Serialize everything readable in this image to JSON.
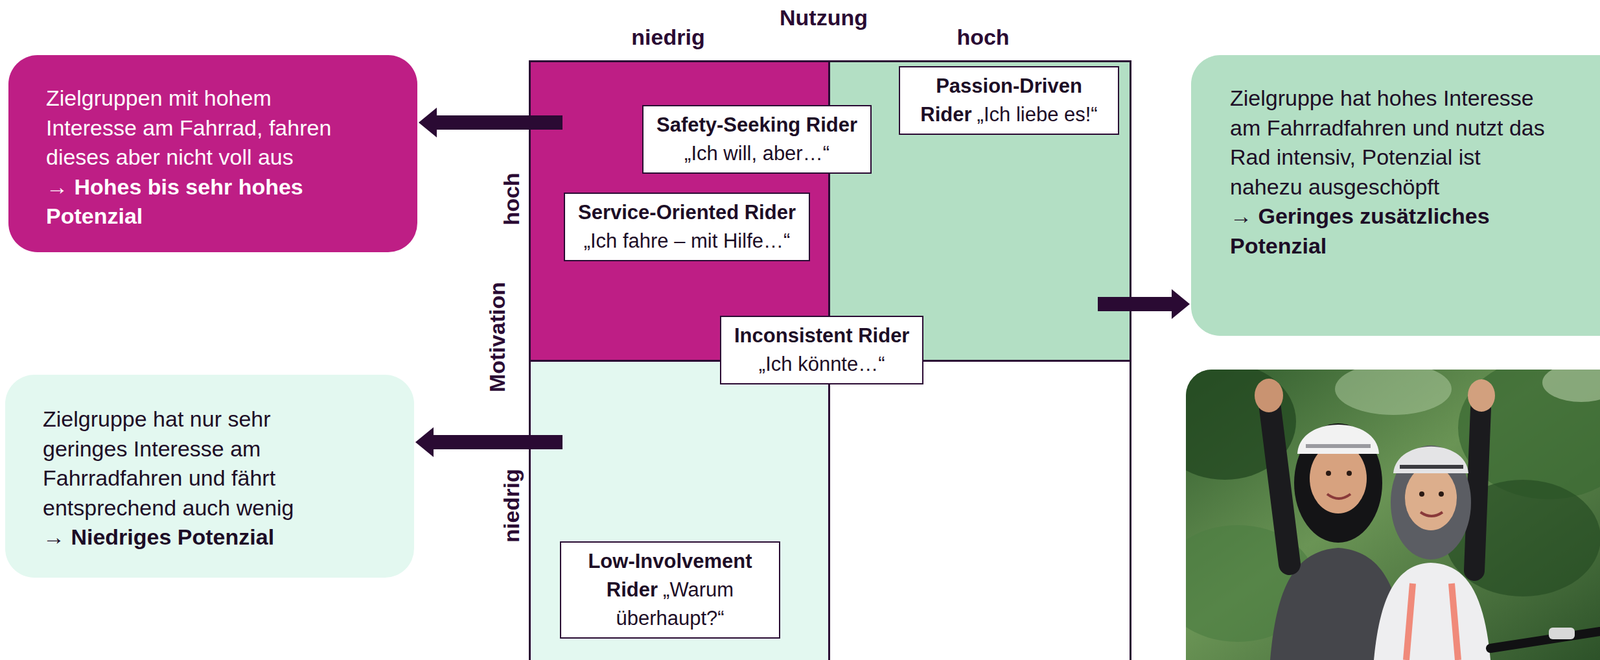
{
  "diagram": {
    "nodes": [
      {
        "text": [
          "Zielgruppen mit hohem Interesse am Fahrrad, fahren dieses aber nicht voll aus",
          "→ Hohes bis sehr hohes Potenzial"
        ]
      },
      {
        "text": [
          "Passion-Driven Rider",
          "„Ich liebe es!“"
        ]
      },
      {
        "text": [
          "Zielgruppe hat hohes Interesse am Fahrradfahren und nutzt das Rad intensiv, Potenzial ist nahezu ausgeschöpft",
          "→ Geringes zusätzliches Potenzial"
        ]
      },
      {
        "text": [
          "Safety-Seeking Rider",
          "„Ich will, aber…“"
        ]
      },
      {
        "text": [
          "Service-Oriented Rider",
          "„Ich fahre – mit Hilfe…“"
        ]
      },
      {
        "text": [
          "Inconsistent Rider",
          "„Ich könnte…“"
        ]
      },
      {
        "text": [
          "Zielgruppe hat nur sehr geringes Interesse am Fahrradfahren und fährt entsprechend auch wenig",
          "→ Niedriges Potenzial"
        ]
      },
      {
        "text": [
          "Low-Involvement Rider",
          "„Warum überhaupt?“"
        ]
      }
    ],
    "labels": [
      "Nutzung",
      "niedrig",
      "hoch",
      "hoch",
      "Motivation",
      "niedrig"
    ]
  }
}
